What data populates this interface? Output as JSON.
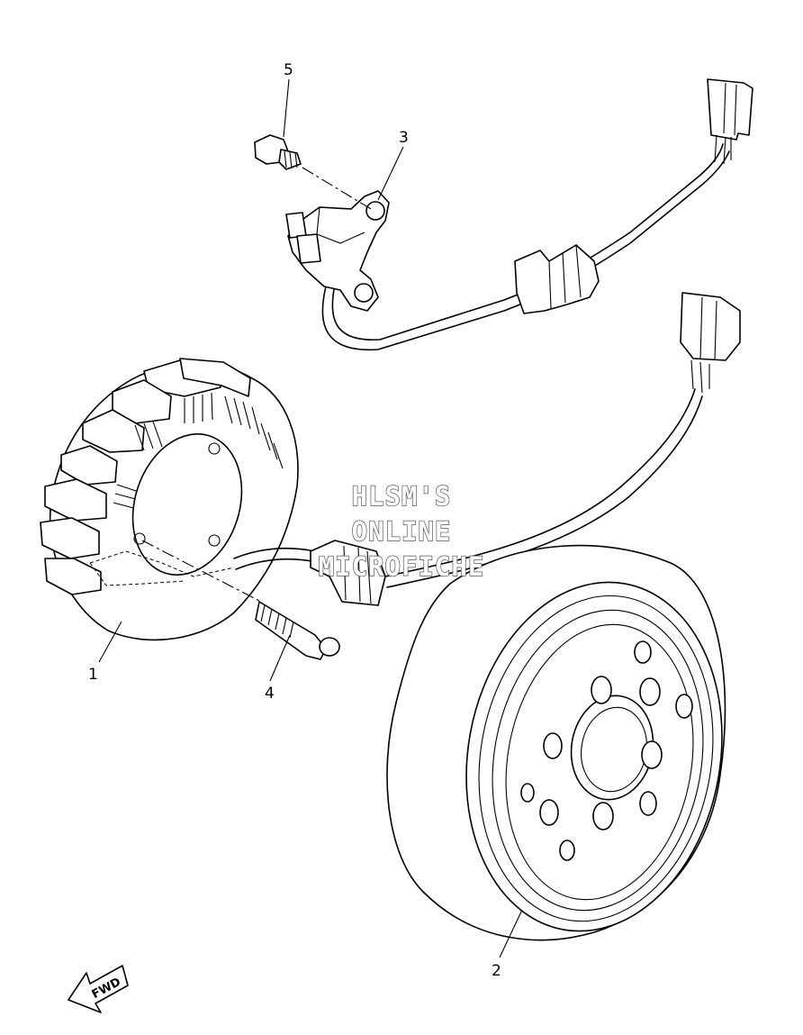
{
  "callouts": {
    "c1": "1",
    "c2": "2",
    "c3": "3",
    "c4": "4",
    "c5": "5"
  },
  "watermark": {
    "line1": "HLSM'S",
    "line2": "ONLINE",
    "line3": "MICROFICHE"
  },
  "direction_arrow": {
    "label": "FWD",
    "icon": "fwd-arrow-icon"
  },
  "parts": [
    {
      "callout": "1",
      "name": "stator-assembly"
    },
    {
      "callout": "2",
      "name": "rotor-flywheel"
    },
    {
      "callout": "3",
      "name": "pickup-coil"
    },
    {
      "callout": "4",
      "name": "stator-bolt"
    },
    {
      "callout": "5",
      "name": "pickup-screw"
    }
  ]
}
